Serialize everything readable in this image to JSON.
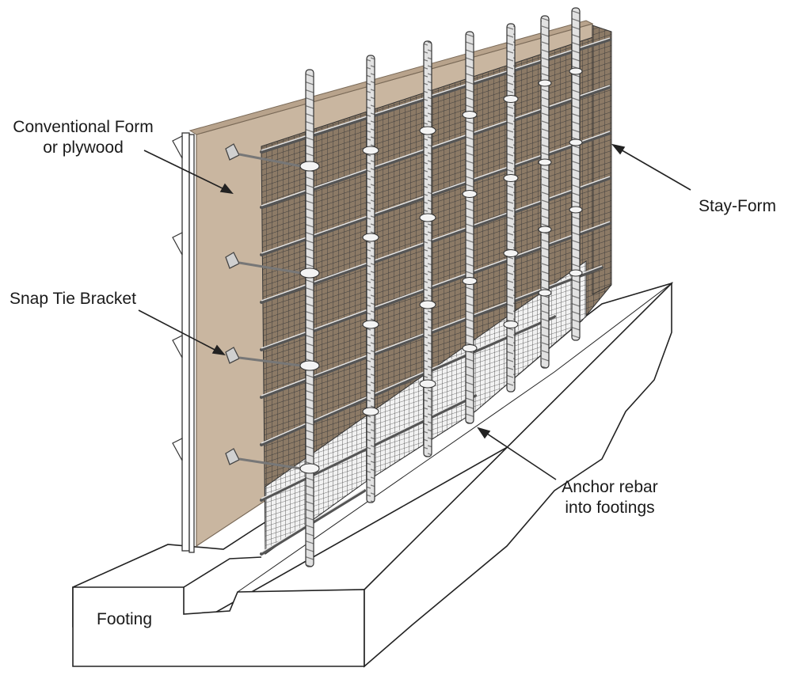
{
  "labels": {
    "conventional_form": {
      "line1": "Conventional Form",
      "line2": "or plywood"
    },
    "snap_tie_bracket": "Snap Tie Bracket",
    "stay_form": "Stay-Form",
    "anchor_rebar": {
      "line1": "Anchor rebar",
      "line2": "into footings"
    },
    "footing": "Footing"
  },
  "colors": {
    "plywood": "#c9b6a0",
    "plywood_edge": "#a8917a",
    "mesh_fill": "#8c7a66",
    "mesh_line": "#3a3a3a",
    "rebar": "#d9d9d9",
    "concrete": "#ffffff",
    "line": "#222222"
  }
}
